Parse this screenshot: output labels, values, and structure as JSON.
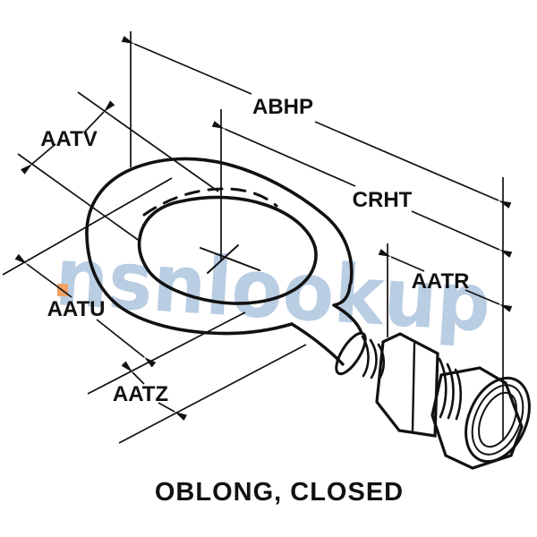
{
  "caption": "OBLONG, CLOSED",
  "labels": {
    "abhp": "ABHP",
    "aatv": "AATV",
    "crht": "CRHT",
    "aatr": "AATR",
    "aatu": "AATU",
    "aatz": "AATZ"
  },
  "watermark": {
    "text": "nsnlookup",
    "color": "#b9cde3",
    "accent_color": "#f2a266"
  },
  "colors": {
    "line": "#111111",
    "background": "#ffffff"
  }
}
